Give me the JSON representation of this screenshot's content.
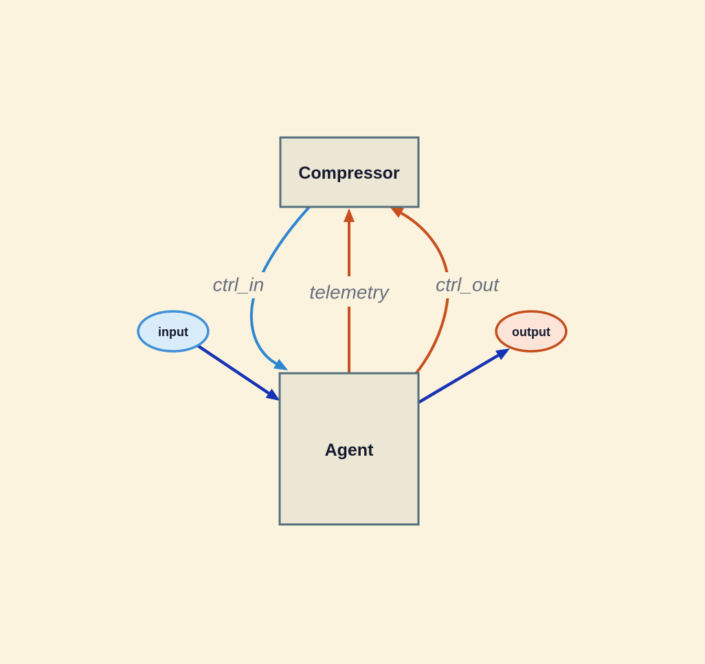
{
  "diagram": {
    "background_color": "#fcf3de",
    "nodes": {
      "compressor": {
        "label": "Compressor",
        "shape": "box",
        "fill": "#ece6d4",
        "border": "#53707c",
        "text_color": "#15192f"
      },
      "agent": {
        "label": "Agent",
        "shape": "box",
        "fill": "#ece6d4",
        "border": "#53707c",
        "text_color": "#15192f"
      },
      "input": {
        "label": "input",
        "shape": "ellipse",
        "fill": "#d8ecfa",
        "border": "#4090d8",
        "text_color": "#15192f"
      },
      "output": {
        "label": "output",
        "shape": "ellipse",
        "fill": "#fce5d8",
        "border": "#c44e1d",
        "text_color": "#15192f"
      }
    },
    "edges": {
      "ctrl_in": {
        "label": "ctrl_in",
        "from": "compressor",
        "to": "agent",
        "color": "#2e86d0",
        "style": "curved"
      },
      "telemetry": {
        "label": "telemetry",
        "from": "agent",
        "to": "compressor",
        "color": "#c8501e",
        "style": "straight"
      },
      "ctrl_out": {
        "label": "ctrl_out",
        "from": "agent",
        "to": "compressor",
        "color": "#c8501e",
        "style": "curved"
      },
      "input_flow": {
        "label": "",
        "from": "input",
        "to": "agent",
        "color": "#1733b5",
        "style": "straight"
      },
      "output_flow": {
        "label": "",
        "from": "agent",
        "to": "output",
        "color": "#1733b5",
        "style": "straight"
      }
    },
    "edge_label_color": "#677080"
  }
}
